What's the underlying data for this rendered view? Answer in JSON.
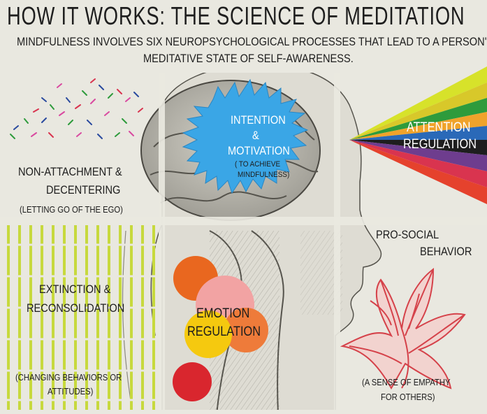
{
  "title": "HOW IT WORKS: THE SCIENCE OF MEDITATION",
  "subtitle": {
    "line1": "MINDFULNESS INVOLVES SIX NEUROPSYCHOLOGICAL PROCESSES THAT LEAD TO A PERSON'S",
    "line2": "MEDITATIVE STATE OF SELF-AWARENESS."
  },
  "processes": {
    "non_attachment": {
      "line1": "NON-ATTACHMENT &",
      "line2": "DECENTERING",
      "note": "(LETTING GO OF THE EGO)"
    },
    "intention": {
      "line1": "INTENTION",
      "line2": "&",
      "line3": "MOTIVATION",
      "note1": "( TO ACHIEVE",
      "note2": "MINDFULNESS)"
    },
    "attention": {
      "line1": "ATTENTION",
      "line2": "REGULATION"
    },
    "extinction": {
      "line1": "EXTINCTION &",
      "line2": "RECONSOLIDATION",
      "note1": "(CHANGING BEHAVIORS OR",
      "note2": "ATTITUDES)"
    },
    "emotion": {
      "line1": "EMOTION",
      "line2": "REGULATION"
    },
    "prosocial": {
      "line1": "PRO-SOCIAL",
      "line2": "BEHAVIOR",
      "note1": "(A SENSE OF EMPATHY",
      "note2": "FOR OTHERS)"
    }
  },
  "colors": {
    "background": "#e9e8e0",
    "starburst": "#3aa6e6",
    "rays": [
      "#d7e22a",
      "#d8c82a",
      "#2e9b3c",
      "#f0a32b",
      "#2a69b8",
      "#1e1e1e",
      "#6e3d8e",
      "#d9344f",
      "#e5422d"
    ],
    "bamboo": "#c7d93d",
    "circles": [
      "#e9671f",
      "#f2a3a3",
      "#f5c90f",
      "#ee7b3a",
      "#d9262e"
    ],
    "flower": "#d5424a"
  }
}
